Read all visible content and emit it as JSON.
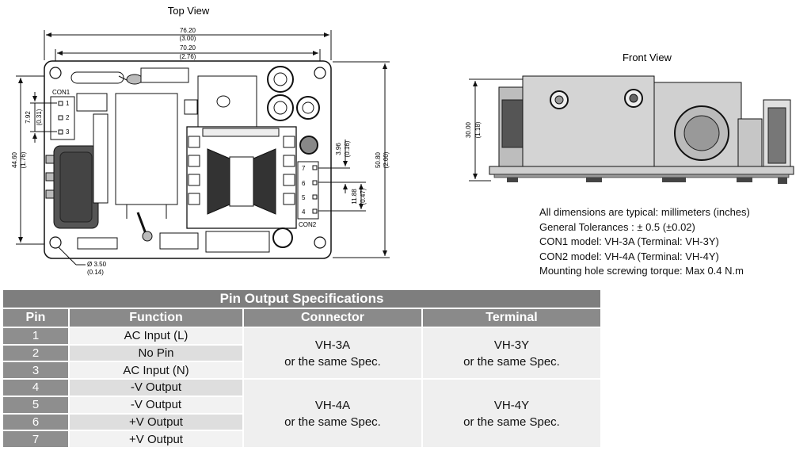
{
  "top_view": {
    "title": "Top View",
    "dim_width_outer": "76.20",
    "dim_width_outer_in": "(3.00)",
    "dim_width_inner": "70.20",
    "dim_width_inner_in": "(2.76)",
    "dim_height_left": "44.60",
    "dim_height_left_in": "(1.76)",
    "dim_height_right": "50.80",
    "dim_height_right_in": "(2.00)",
    "dim_pitch_con1": "7.92",
    "dim_pitch_con1_in": "(0.31)",
    "dim_pitch_con2": "3.96",
    "dim_pitch_con2_in": "(0.16)",
    "dim_span_con2": "11.88",
    "dim_span_con2_in": "(0.47)",
    "dim_hole": "Ø 3.50",
    "dim_hole_in": "(0.14)",
    "con1_label": "CON1",
    "con2_label": "CON2",
    "con1_pins": [
      "1",
      "2",
      "3"
    ],
    "con2_pins": [
      "7",
      "6",
      "5",
      "4"
    ]
  },
  "front_view": {
    "title": "Front View",
    "dim_height": "30.00",
    "dim_height_in": "(1.18)"
  },
  "notes": [
    "All dimensions are typical: millimeters (inches)",
    "General Tolerances : ± 0.5 (±0.02)",
    "CON1 model: VH-3A (Terminal: VH-3Y)",
    "CON2 model: VH-4A (Terminal: VH-4Y)",
    "Mounting hole screwing torque: Max 0.4 N.m"
  ],
  "pin_table": {
    "title": "Pin Output Specifications",
    "headers": [
      "Pin",
      "Function",
      "Connector",
      "Terminal"
    ],
    "rows": [
      {
        "pin": "1",
        "function": "AC Input (L)"
      },
      {
        "pin": "2",
        "function": "No Pin"
      },
      {
        "pin": "3",
        "function": "AC Input (N)"
      },
      {
        "pin": "4",
        "function": "-V Output"
      },
      {
        "pin": "5",
        "function": "-V Output"
      },
      {
        "pin": "6",
        "function": "+V Output"
      },
      {
        "pin": "7",
        "function": "+V Output"
      }
    ],
    "groups": [
      {
        "connector_line1": "VH-3A",
        "connector_line2": "or the same Spec.",
        "terminal_line1": "VH-3Y",
        "terminal_line2": "or the same Spec."
      },
      {
        "connector_line1": "VH-4A",
        "connector_line2": "or the same Spec.",
        "terminal_line1": "VH-4Y",
        "terminal_line2": "or the same Spec."
      }
    ]
  }
}
